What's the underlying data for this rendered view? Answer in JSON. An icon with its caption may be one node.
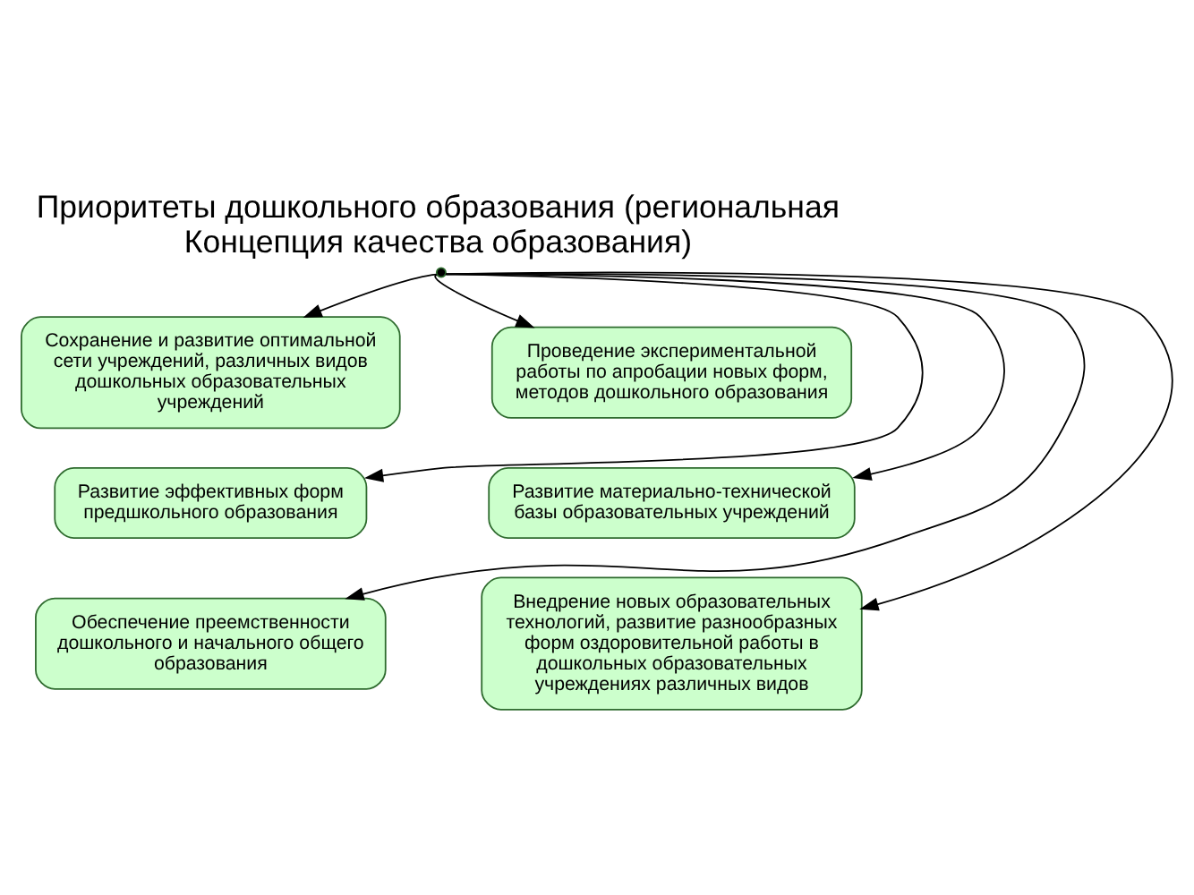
{
  "diagram": {
    "title": "Приоритеты дошкольного образования (региональная Концепция качества образования)",
    "nodes": [
      {
        "text": [],
        "shape": "point"
      },
      {
        "text": [
          "Сохранение и развитие оптимальной сети учреждений, различных видов дошкольных образовательных учреждений"
        ]
      },
      {
        "text": [
          "Проведение экспериментальной работы по апробации новых форм, методов дошкольного образования"
        ]
      },
      {
        "text": [
          "Развитие эффективных форм предшкольного образования"
        ]
      },
      {
        "text": [
          "Развитие материально-технической базы образовательных учреждений"
        ]
      },
      {
        "text": [
          "Обеспечение преемственности дошкольного и начального общего образования"
        ]
      },
      {
        "text": [
          "Внедрение новых образовательных технологий, развитие разнообразных форм оздоровительной работы в дошкольных образовательных учреждениях различных видов"
        ]
      }
    ],
    "edges": [
      {
        "from": 0,
        "to": 1,
        "arrow": "to"
      },
      {
        "from": 0,
        "to": 3,
        "arrow": "to"
      },
      {
        "from": 0,
        "to": 5,
        "arrow": "to"
      },
      {
        "from": 0,
        "to": 6,
        "arrow": "to"
      },
      {
        "from": 0,
        "to": 4,
        "arrow": "to"
      },
      {
        "from": 0,
        "to": 2,
        "arrow": "to"
      }
    ]
  }
}
